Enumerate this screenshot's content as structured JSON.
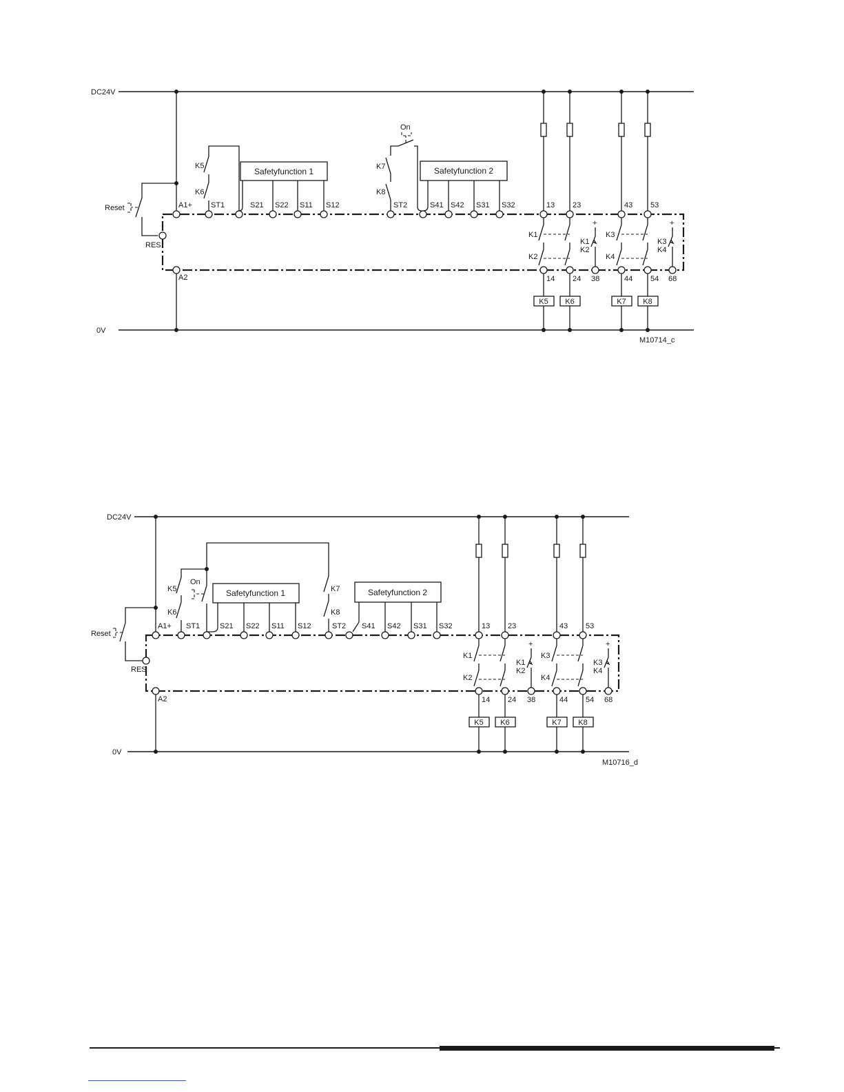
{
  "diagrams": [
    {
      "rails": {
        "supply": "DC24V",
        "ground": "0V"
      },
      "reset": {
        "label": "Reset",
        "res": "RES"
      },
      "power_terminals": {
        "a1": "A1+",
        "a2": "A2"
      },
      "start_terminals": [
        "ST1",
        "ST2"
      ],
      "feedback_contacts": [
        "K5",
        "K6",
        "K7",
        "K8"
      ],
      "on_switch": "On",
      "safety_blocks": [
        "Safetyfunction 1",
        "Safetyfunction 2"
      ],
      "sensor_terminals": [
        "S21",
        "S22",
        "S11",
        "S12",
        "S41",
        "S42",
        "S31",
        "S32"
      ],
      "output_terminals_top": [
        "13",
        "23",
        "43",
        "53"
      ],
      "output_terminals_bottom": [
        "14",
        "24",
        "38",
        "44",
        "54",
        "68"
      ],
      "relay_contacts": [
        "K1",
        "K2",
        "K3",
        "K4"
      ],
      "led_labels": [
        "K1",
        "K2",
        "K3",
        "K4"
      ],
      "plus": "+",
      "loads": [
        "K5",
        "K6",
        "K7",
        "K8"
      ],
      "ref": "M10714_c"
    },
    {
      "rails": {
        "supply": "DC24V",
        "ground": "0V"
      },
      "reset": {
        "label": "Reset",
        "res": "RES"
      },
      "power_terminals": {
        "a1": "A1+",
        "a2": "A2"
      },
      "start_terminals": [
        "ST1",
        "ST2"
      ],
      "feedback_contacts": [
        "K5",
        "K6",
        "K7",
        "K8"
      ],
      "on_switch": "On",
      "safety_blocks": [
        "Safetyfunction 1",
        "Safetyfunction 2"
      ],
      "sensor_terminals": [
        "S21",
        "S22",
        "S11",
        "S12",
        "S41",
        "S42",
        "S31",
        "S32"
      ],
      "output_terminals_top": [
        "13",
        "23",
        "43",
        "53"
      ],
      "output_terminals_bottom": [
        "14",
        "24",
        "38",
        "44",
        "54",
        "68"
      ],
      "relay_contacts": [
        "K1",
        "K2",
        "K3",
        "K4"
      ],
      "led_labels": [
        "K1",
        "K2",
        "K3",
        "K4"
      ],
      "plus": "+",
      "loads": [
        "K5",
        "K6",
        "K7",
        "K8"
      ],
      "ref": "M10716_d"
    }
  ]
}
